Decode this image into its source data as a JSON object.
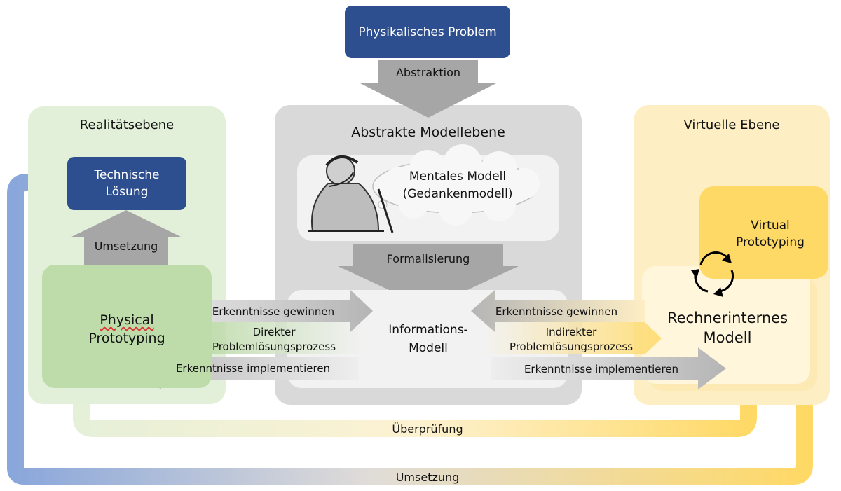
{
  "top_problem": "Physikalisches Problem",
  "abstraktion": "Abstraktion",
  "left_panel": {
    "title": "Realitätsebene",
    "technical_solution": [
      "Technische",
      "Lösung"
    ],
    "umsetzung": "Umsetzung",
    "prototype": [
      "Physical",
      "Prototyping"
    ]
  },
  "center_panel": {
    "title": "Abstrakte Modellebene",
    "mental_model": [
      "Mentales Modell",
      "(Gedankenmodell)"
    ],
    "formalisierung": "Formalisierung",
    "info_model": [
      "Informations-",
      "Modell"
    ]
  },
  "right_panel": {
    "title": "Virtuelle Ebene",
    "virtual_prototyping": [
      "Virtual",
      "Prototyping"
    ],
    "computer_model": [
      "Rechnerinternes",
      "Modell"
    ]
  },
  "arrows": {
    "left_gain": "Erkenntnisse gewinnen",
    "left_process": [
      "Direkter",
      "Problemlösungsprozess"
    ],
    "left_implement": "Erkenntnisse implementieren",
    "right_gain": "Erkenntnisse gewinnen",
    "right_process": [
      "Indirekter",
      "Problemlösungsprozess"
    ],
    "right_implement": "Erkenntnisse implementieren",
    "ueberpruefung": "Überprüfung",
    "umsetzung_bottom": "Umsetzung"
  },
  "colors": {
    "dark_blue": "#2e4f8f",
    "left_panel": "#e3f0d9",
    "prototype_green": "#bddcaa",
    "center_panel": "#d9d9d9",
    "right_panel": "#fdeec4",
    "virtual_yellow": "#ffd966",
    "arrow_gray": "#a6a6a6"
  }
}
